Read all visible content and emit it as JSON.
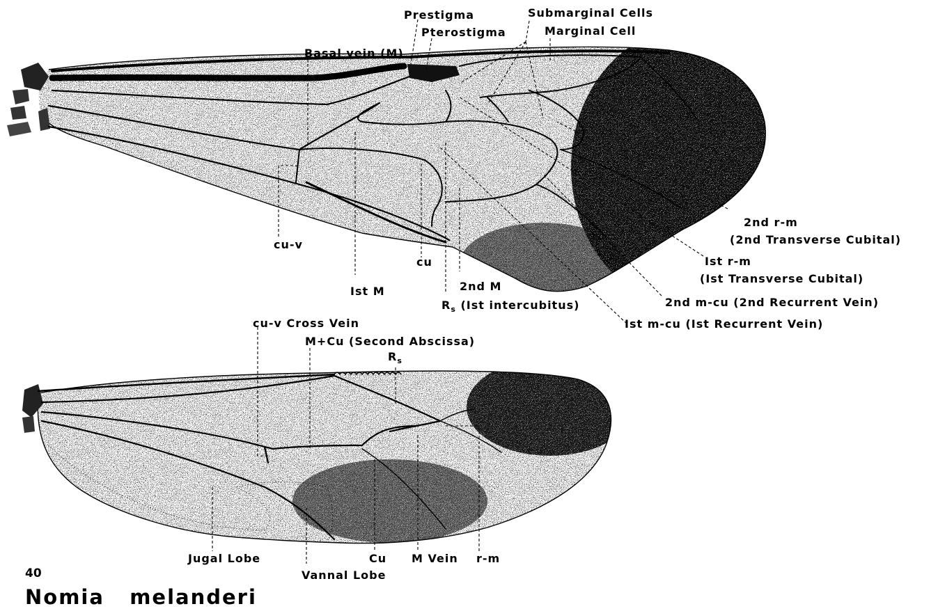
{
  "figure_number": "40",
  "species_name": "Nomia   melanderi",
  "forewing_labels": {
    "prestigma": "Prestigma",
    "pterostigma": "Pterostigma",
    "submarginal_cells": "Submarginal Cells",
    "marginal_cell": "Marginal Cell",
    "basal_vein": "Basal vein (M)",
    "cu_v": "cu-v",
    "first_m": "Ist M",
    "cu": "cu",
    "second_m": "2nd M",
    "rs_main": "R",
    "rs_sub": "s",
    "rs_rest": " (Ist intercubitus)",
    "second_rm": "2nd r-m",
    "second_transverse_cubital": "(2nd Transverse Cubital)",
    "first_rm": "Ist r-m",
    "first_transverse_cubital": "(Ist Transverse Cubital)",
    "second_mcu": "2nd m-cu (2nd Recurrent Vein)",
    "first_mcu": "Ist m-cu (Ist Recurrent Vein)"
  },
  "hindwing_labels": {
    "cu_v_cross_vein": "cu-v Cross Vein",
    "m_cu_second_abscissa": "M+Cu (Second Abscissa)",
    "rs_main": "R",
    "rs_sub": "s",
    "jugal_lobe": "Jugal Lobe",
    "vannal_lobe": "Vannal Lobe",
    "cu": "Cu",
    "m_vein": "M Vein",
    "r_m": "r-m"
  },
  "colors": {
    "ink": "#000000",
    "paper": "#ffffff",
    "stipple": "#000000"
  }
}
